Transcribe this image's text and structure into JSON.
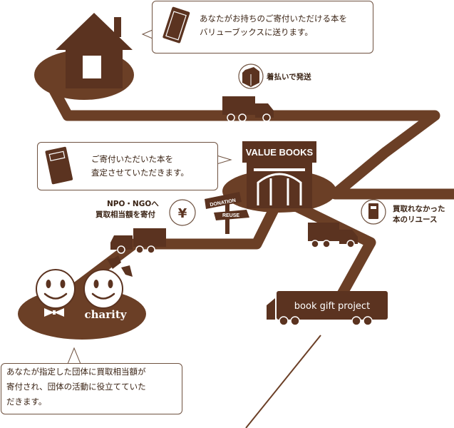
{
  "colors": {
    "road": "#6b3f26",
    "dark": "#5b3320",
    "light": "#ffffff",
    "bubble_border": "#6f5240",
    "text": "#3a2314"
  },
  "bubbles": {
    "send_books": [
      "あなたがお持ちのご寄付いただける本を",
      "バリューブックスに送ります。"
    ],
    "appraisal": [
      "ご寄付いただいた本を",
      "査定させていただきます。"
    ],
    "donation_result": [
      "あなたが指定した団体に買取相当額が",
      "寄付され、団体の活動に役立てていた",
      "だきます。"
    ]
  },
  "labels": {
    "shipping_free": "着払いで発送",
    "npo_donation": [
      "NPO・NGOへ",
      "買取相当額を寄付"
    ],
    "reuse": [
      "買取れなかった",
      "本のリユース"
    ],
    "store_sign": "VALUE BOOKS",
    "signpost_top": "DONATION",
    "signpost_bottom": "REUSE",
    "charity": "charity",
    "truck_project": "book gift project"
  },
  "icons": {
    "house": "house-icon",
    "book": "book-icon",
    "box": "box-icon",
    "yen": "yen-icon",
    "store": "store-icon",
    "truck": "truck-icon",
    "signpost": "signpost-icon",
    "smiley": "smiley-icon",
    "bowtie": "bowtie-icon",
    "ribbon": "ribbon-icon"
  }
}
